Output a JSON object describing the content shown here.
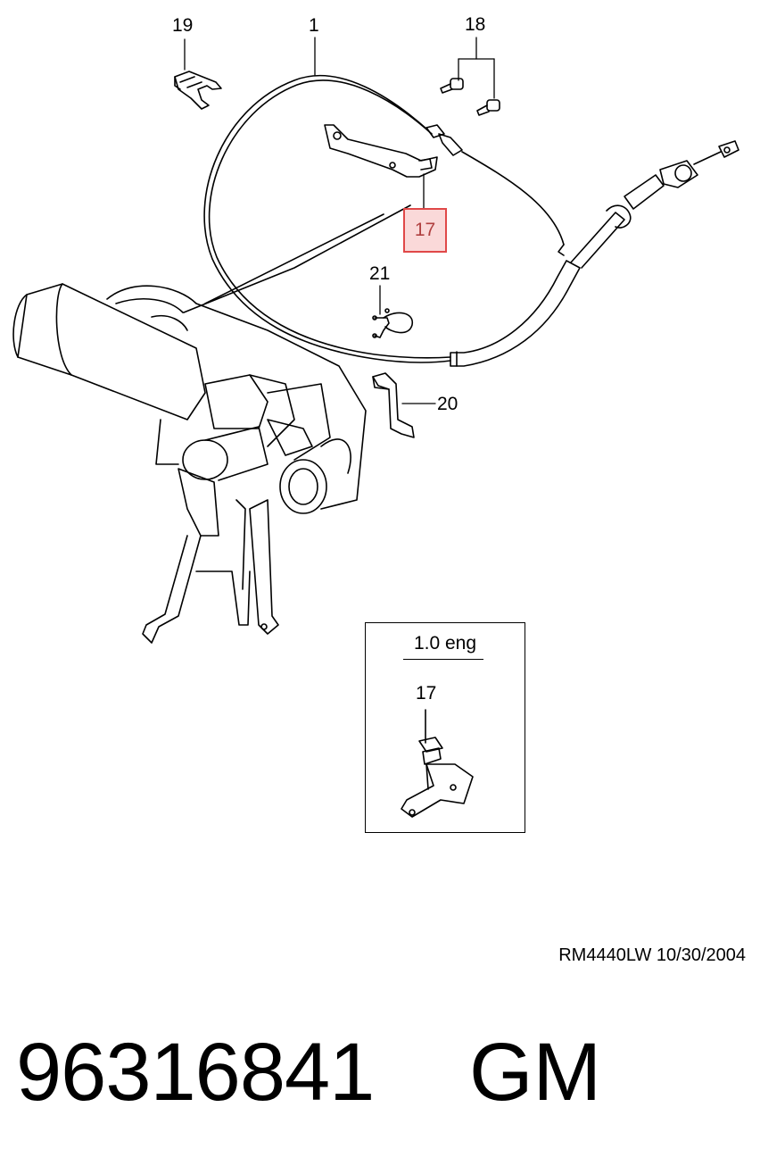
{
  "callouts": {
    "c19": "19",
    "c1": "1",
    "c18": "18",
    "c17": "17",
    "c21": "21",
    "c20": "20"
  },
  "highlight_color": "#e04848",
  "inset": {
    "title": "1.0 eng",
    "callout": "17"
  },
  "drawing_ref": "RM4440LW  10/30/2004",
  "part_number": "96316841",
  "manufacturer": "GM"
}
